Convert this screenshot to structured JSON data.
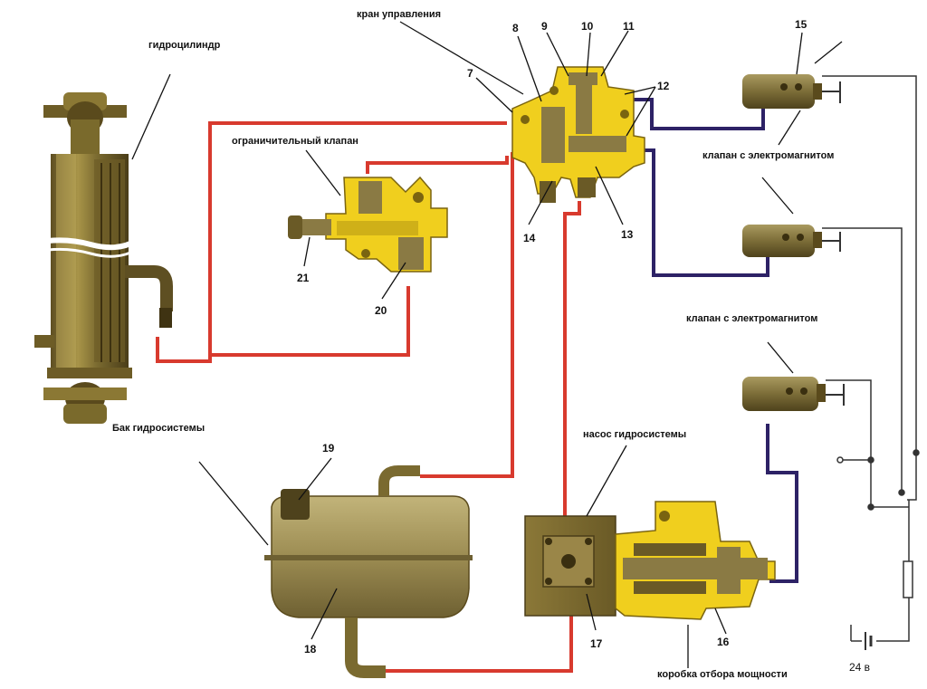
{
  "labels": {
    "hydrocylinder": "гидроцилиндр",
    "control_valve": "кран управления",
    "limit_valve": "ограничительный клапан",
    "solenoid_valve_1": "клапан с электромагнитом",
    "solenoid_valve_2": "клапан с электромагнитом",
    "tank": "Бак гидросистемы",
    "pump": "насос гидросистемы",
    "pto": "коробка отбора мощности",
    "voltage": "24 в"
  },
  "numbers": {
    "n7": "7",
    "n8": "8",
    "n9": "9",
    "n10": "10",
    "n11": "11",
    "n12": "12",
    "n13": "13",
    "n14": "14",
    "n15": "15",
    "n16": "16",
    "n17": "17",
    "n18": "18",
    "n19": "19",
    "n20": "20",
    "n21": "21"
  },
  "colors": {
    "pressure_line": "#d83a2e",
    "control_line": "#2d2266",
    "body_yellow": "#f0cf1e",
    "metal": "#8a7a44",
    "wire": "#333333"
  }
}
